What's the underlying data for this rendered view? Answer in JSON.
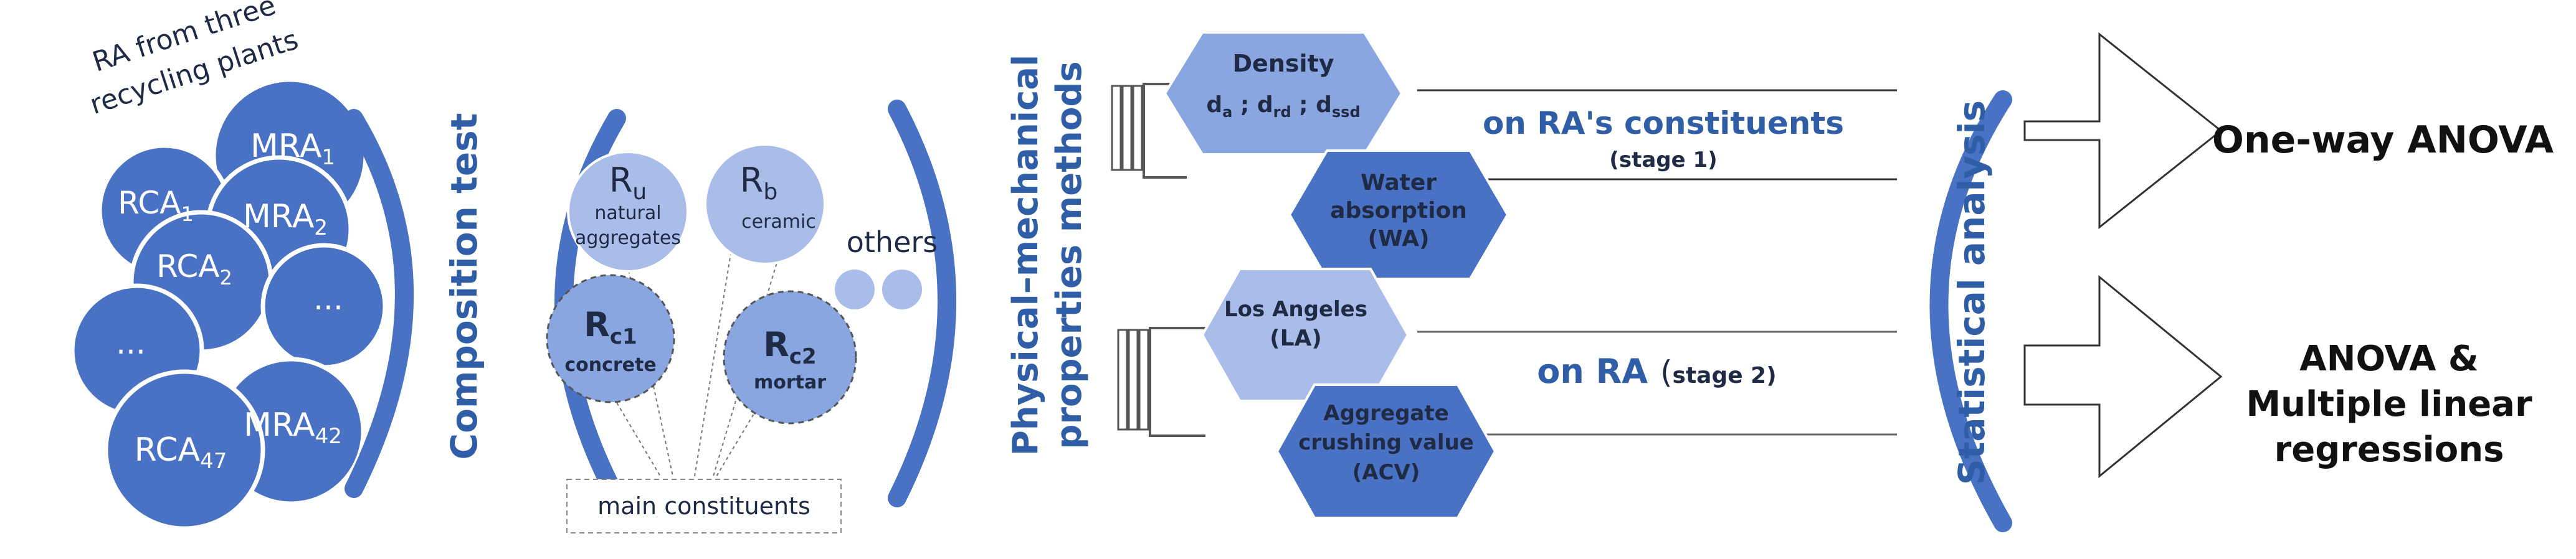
{
  "ra_source": {
    "title_line1": "RA from three",
    "title_line2": "recycling plants"
  },
  "ra_samples": [
    {
      "base": "MRA",
      "sub": "1"
    },
    {
      "base": "RCA",
      "sub": "1"
    },
    {
      "base": "MRA",
      "sub": "2"
    },
    {
      "base": "RCA",
      "sub": "2"
    },
    {
      "base": "...",
      "sub": ""
    },
    {
      "base": "...",
      "sub": ""
    },
    {
      "base": "MRA",
      "sub": "42"
    },
    {
      "base": "RCA",
      "sub": "47"
    }
  ],
  "composition": {
    "title": "Composition test",
    "constituents": [
      {
        "symbol": "R",
        "sub": "u",
        "desc_line1": "natural",
        "desc_line2": "aggregates"
      },
      {
        "symbol": "R",
        "sub": "b",
        "desc_line1": "ceramic",
        "desc_line2": ""
      },
      {
        "symbol": "R",
        "sub": "c1",
        "desc_line1": "concrete",
        "desc_line2": ""
      },
      {
        "symbol": "R",
        "sub": "c2",
        "desc_line1": "mortar",
        "desc_line2": ""
      }
    ],
    "others_label": "others",
    "main_constituents_label": "main constituents"
  },
  "methods": {
    "title_line1": "Physical–mechanical",
    "title_line2": "properties methods",
    "density": {
      "title": "Density",
      "d1": "d",
      "d1_sub": "a",
      "d2": "d",
      "d2_sub": "rd",
      "d3": "d",
      "d3_sub": "ssd",
      "sep": " ; "
    },
    "water_absorption": {
      "line1": "Water",
      "line2": "absorption",
      "line3": "(WA)"
    },
    "los_angeles": {
      "line1": "Los Angeles",
      "line2": "(LA)"
    },
    "acv": {
      "line1": "Aggregate",
      "line2": "crushing value",
      "line3": "(ACV)"
    }
  },
  "stage1": {
    "label": "on RA's constituents",
    "stage": "(stage 1)"
  },
  "stage2": {
    "label": "on RA",
    "stage_open": "(",
    "stage": "stage 2)"
  },
  "statistics": {
    "title": "Statistical analysis",
    "result1": "One-way ANOVA",
    "result2_line1": "ANOVA &",
    "result2_line2": "Multiple linear",
    "result2_line3": "regressions"
  },
  "colors": {
    "dark_blue": "#4a72c4",
    "medium_blue": "#8aa6e0",
    "light_blue": "#a9bde8",
    "title_blue": "#2f5da6"
  }
}
